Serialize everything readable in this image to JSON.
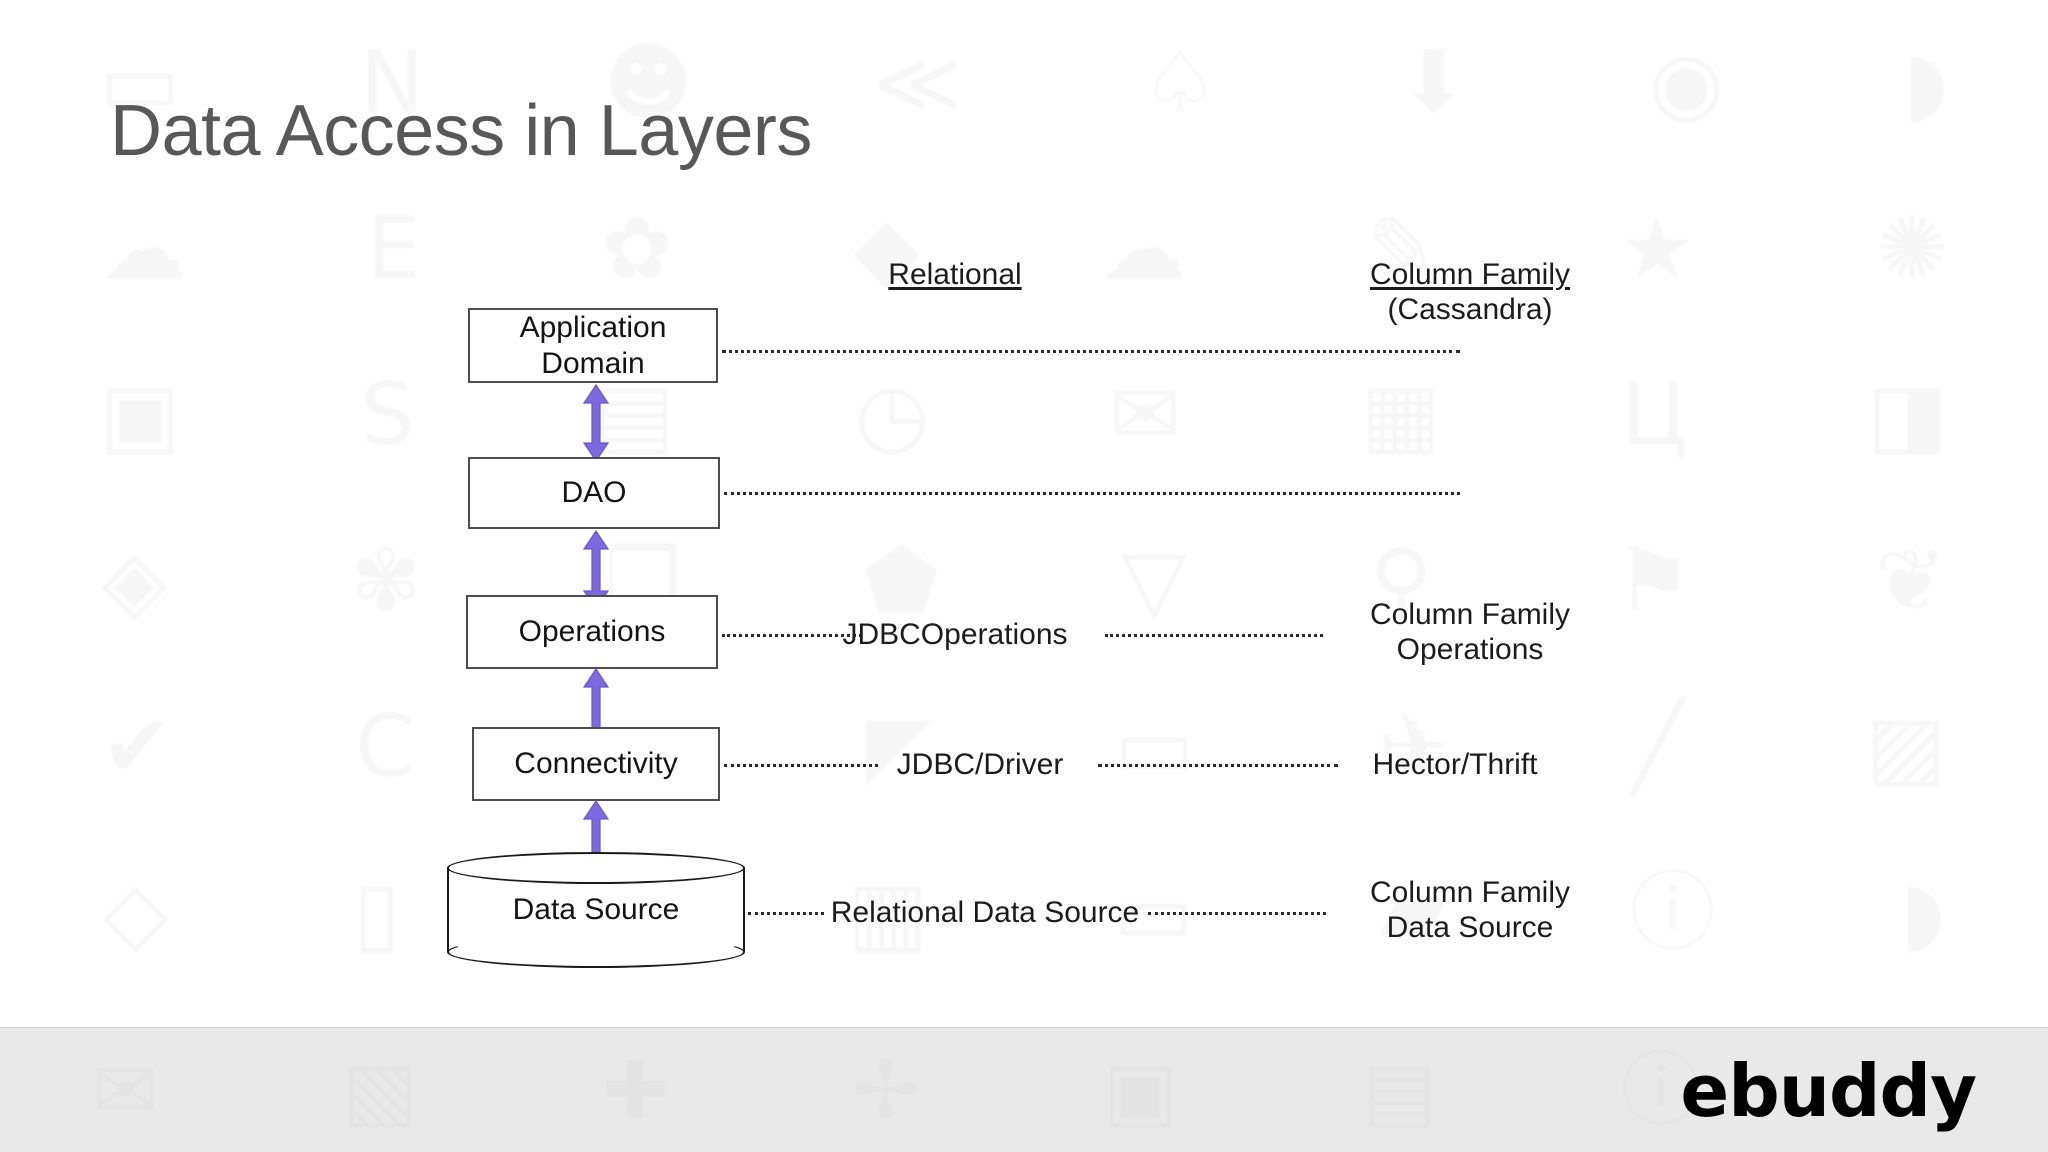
{
  "slide": {
    "title": "Data Access in Layers",
    "background_color": "#ffffff",
    "title_color": "#585858"
  },
  "diagram": {
    "type": "layered-architecture",
    "accent_arrow_color": "#7d6ae0",
    "columns": [
      {
        "id": "relational",
        "label": "Relational",
        "sublabel": ""
      },
      {
        "id": "column_family",
        "label": "Column Family",
        "sublabel": "(Cassandra)"
      }
    ],
    "layers": [
      {
        "id": "application-domain",
        "name": "Application\nDomain",
        "shape": "rectangle",
        "relational": "",
        "column_family": ""
      },
      {
        "id": "dao",
        "name": "DAO",
        "shape": "rectangle",
        "relational": "",
        "column_family": ""
      },
      {
        "id": "operations",
        "name": "Operations",
        "shape": "rectangle",
        "relational": "JDBCOperations",
        "column_family": "Column Family\nOperations"
      },
      {
        "id": "connectivity",
        "name": "Connectivity",
        "shape": "rectangle",
        "relational": "JDBC/Driver",
        "column_family": "Hector/Thrift"
      },
      {
        "id": "data-source",
        "name": "Data Source",
        "shape": "cylinder",
        "relational": "Relational Data Source",
        "column_family": "Column Family\nData Source"
      }
    ]
  },
  "footer": {
    "logo_text": "ebuddy",
    "background_color": "#e9e9e9"
  },
  "watermark": {
    "icons": [
      [
        "screen-icon",
        "letter-n-icon",
        "person-icon",
        "rewind-icon",
        "bell-icon",
        "download-icon",
        "eye-icon",
        "speech-bubble-icon"
      ],
      [
        "cloud-upload-icon",
        "letter-e-icon",
        "swirl-icon",
        "pin-icon",
        "cloud-icon",
        "pencil-icon",
        "star-icon",
        "gear-icon"
      ],
      [
        "camera-icon",
        "letter-s-icon",
        "bag-icon",
        "clock-icon",
        "envelope-icon",
        "bars-icon",
        "grid-icon",
        "facebook-icon"
      ],
      [
        "grid2-icon",
        "swirl2-icon",
        "chat-icon",
        "shield-icon",
        "cup-icon",
        "key-icon",
        "flag-icon",
        "apple-icon"
      ],
      [
        "check-icon",
        "letter-c-icon",
        "cloud2-icon",
        "tag-icon",
        "printer-icon",
        "plane-icon",
        "check2-icon",
        "note-icon"
      ],
      [
        "diamond-icon",
        "phone-icon",
        "list-icon",
        "film-icon",
        "cart-icon",
        "folder-icon",
        "info-icon",
        "balloon-icon"
      ],
      [
        "envelope2-icon",
        "map-icon",
        "plus-icon",
        "puzzle-icon",
        "camera2-icon",
        "save-icon",
        "info2-icon",
        "hand-icon"
      ]
    ]
  }
}
